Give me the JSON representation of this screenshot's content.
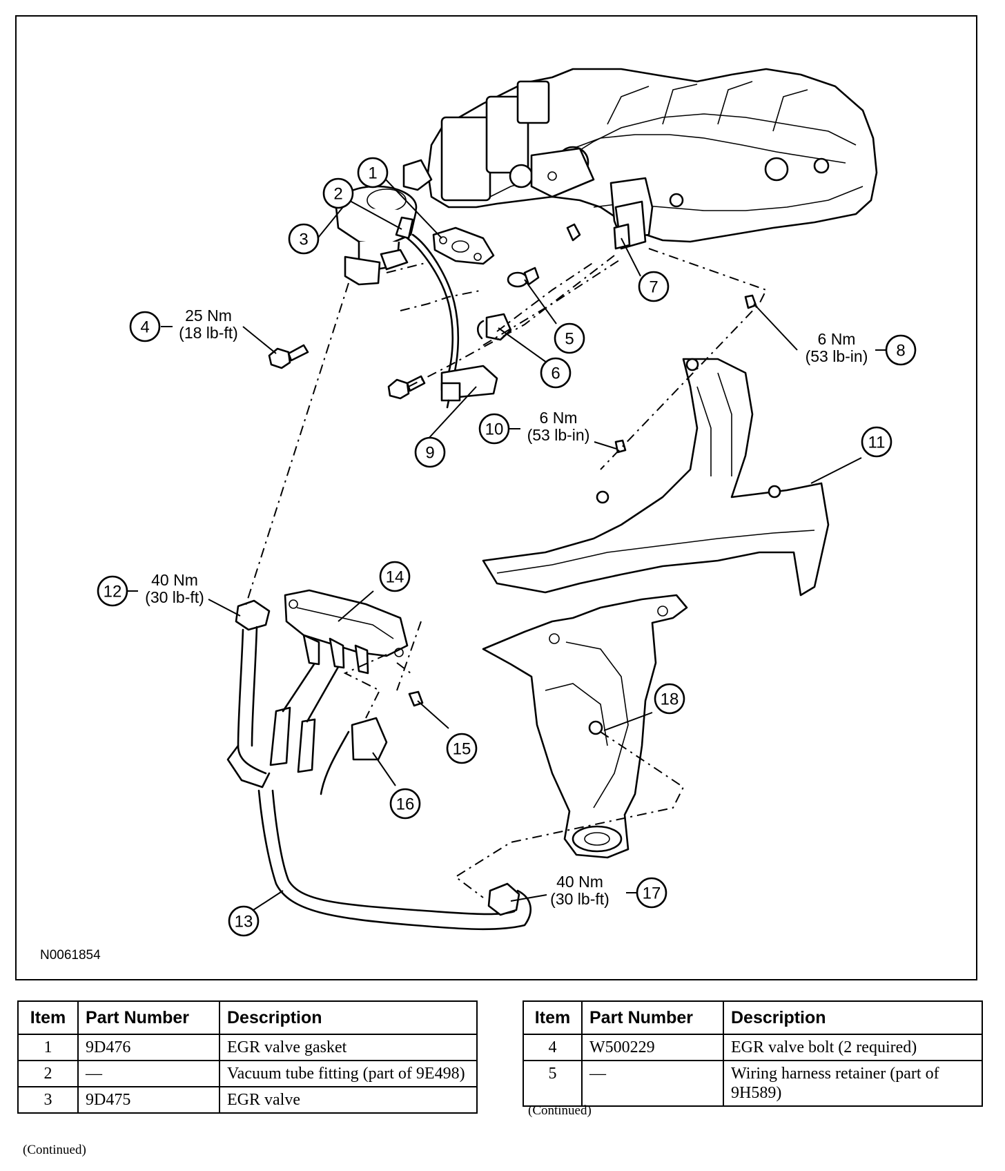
{
  "figure": {
    "figure_id": "N0061854",
    "callouts": [
      "1",
      "2",
      "3",
      "4",
      "5",
      "6",
      "7",
      "8",
      "9",
      "10",
      "11",
      "12",
      "13",
      "14",
      "15",
      "16",
      "17",
      "18"
    ],
    "torques": {
      "t4": {
        "nm": "25 Nm",
        "imperial": "(18 lb-ft)"
      },
      "t8": {
        "nm": "6 Nm",
        "imperial": "(53 lb-in)"
      },
      "t10": {
        "nm": "6 Nm",
        "imperial": "(53 lb-in)"
      },
      "t12": {
        "nm": "40 Nm",
        "imperial": "(30 lb-ft)"
      },
      "t17": {
        "nm": "40 Nm",
        "imperial": "(30 lb-ft)"
      }
    }
  },
  "tables": {
    "headers": {
      "item": "Item",
      "part_number": "Part Number",
      "description": "Description"
    },
    "left": [
      {
        "item": "1",
        "part_number": "9D476",
        "description": "EGR valve gasket"
      },
      {
        "item": "2",
        "part_number": "—",
        "description": "Vacuum tube fitting (part of 9E498)"
      },
      {
        "item": "3",
        "part_number": "9D475",
        "description": "EGR valve"
      }
    ],
    "right": [
      {
        "item": "4",
        "part_number": "W500229",
        "description": "EGR valve bolt (2 required)"
      },
      {
        "item": "5",
        "part_number": "—",
        "description": "Wiring harness retainer (part of 9H589)"
      }
    ],
    "continued_left": "(Continued)",
    "continued_right": "(Continued)"
  }
}
